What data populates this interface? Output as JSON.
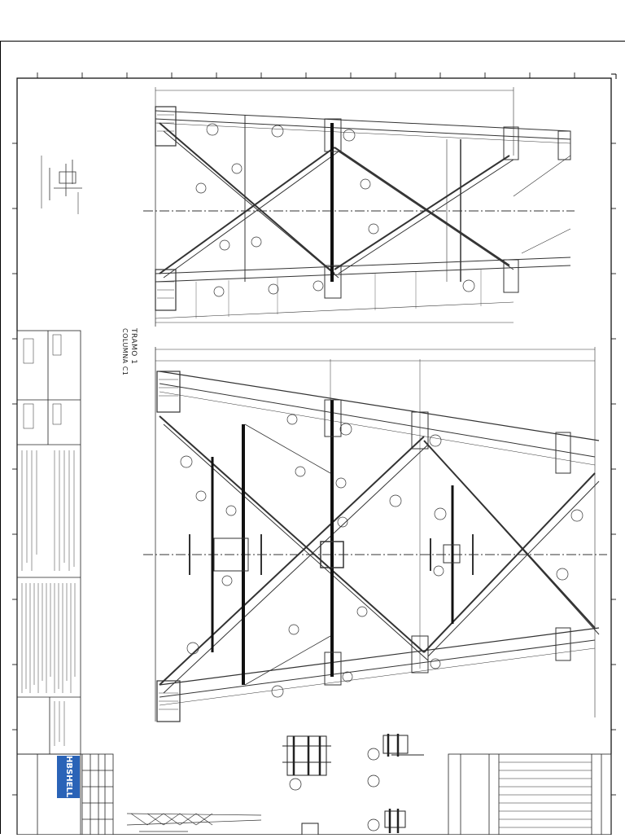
{
  "drawing": {
    "section_title": "TRAMO 1",
    "section_subtitle": "COLUMNA C1",
    "company_logo_text": "HBSHELL"
  },
  "colors": {
    "line": "#333333",
    "frame": "#000000",
    "logo": "#2a63b7"
  }
}
